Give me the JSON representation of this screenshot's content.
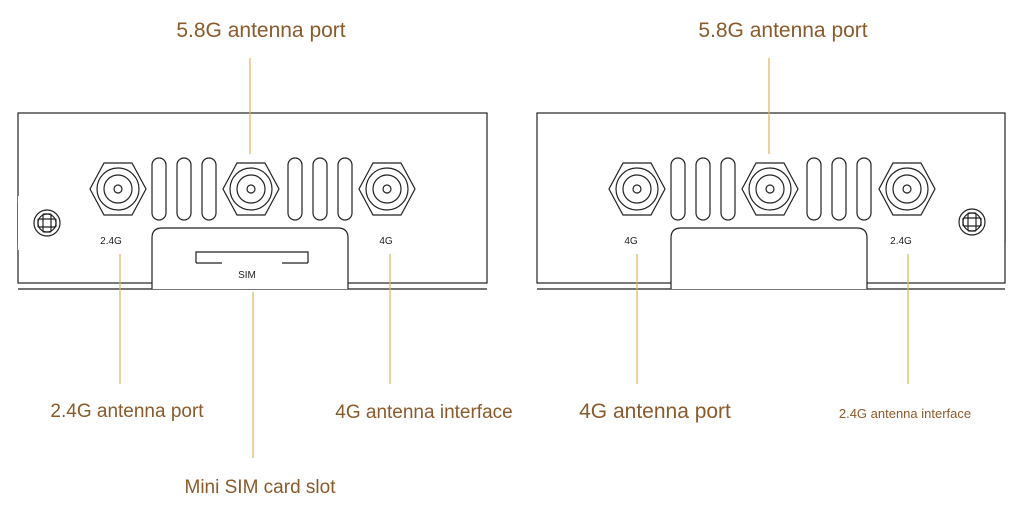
{
  "panels": {
    "left": {
      "callouts": {
        "top": "5.8G antenna port",
        "bottom_left": "2.4G antenna port",
        "bottom_center": "Mini SIM card slot",
        "bottom_right": "4G antenna interface"
      },
      "port_labels": {
        "left": "2.4G",
        "right": "4G",
        "sim": "SIM"
      }
    },
    "right": {
      "callouts": {
        "top": "5.8G antenna port",
        "bottom_left": "4G antenna port",
        "bottom_right": "2.4G antenna interface"
      },
      "port_labels": {
        "left": "4G",
        "right": "2.4G"
      }
    }
  },
  "colors": {
    "callout_text": "#8a5a2b",
    "leader_line": "#e3b25a",
    "outline": "#222222"
  }
}
